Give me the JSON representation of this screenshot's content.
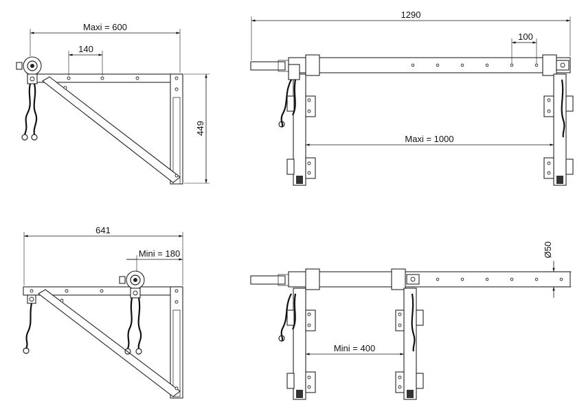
{
  "views": {
    "top_left": {
      "dim_width": "Maxi = 600",
      "dim_spacing": "140",
      "dim_height": "449"
    },
    "top_right": {
      "dim_total": "1290",
      "dim_spacing": "100",
      "dim_gap": "Maxi = 1000"
    },
    "bottom_left": {
      "dim_width": "641",
      "dim_offset": "Mini = 180"
    },
    "bottom_right": {
      "dim_diameter": "Ø50",
      "dim_gap": "Mini = 400"
    }
  }
}
